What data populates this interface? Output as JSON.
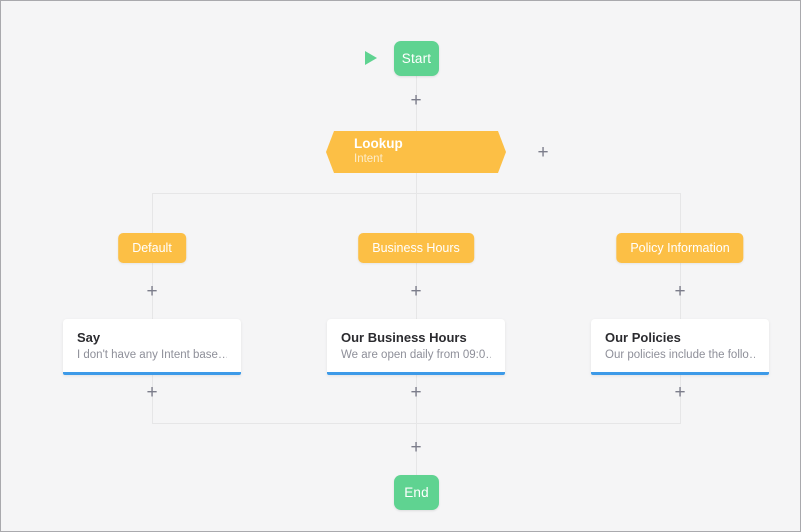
{
  "canvas": {
    "background_color": "#f5f5f6",
    "border_color": "#a9a9ad",
    "connector_color": "#e6e6e7"
  },
  "colors": {
    "terminal_green": "#5fd391",
    "node_orange": "#fcbf45",
    "card_accent_blue": "#3d9ae8",
    "plus_gray": "#7c7d8b",
    "title_text": "#2b2b2f",
    "body_text": "#8e8f99"
  },
  "start": {
    "label": "Start",
    "icon": "play-icon"
  },
  "end": {
    "label": "End"
  },
  "lookup": {
    "title": "Lookup",
    "subtitle": "Intent"
  },
  "branches": [
    {
      "label": "Default",
      "card": {
        "title": "Say",
        "body": "I don't have any Intent base…"
      }
    },
    {
      "label": "Business Hours",
      "card": {
        "title": "Our Business Hours",
        "body": "We are open daily from 09:0…"
      }
    },
    {
      "label": "Policy Information",
      "card": {
        "title": "Our Policies",
        "body": "Our policies include the follo…"
      }
    }
  ],
  "add_handles": {
    "glyph": "+",
    "names": [
      "add-after-start",
      "add-beside-lookup",
      "add-above-card-default",
      "add-above-card-business-hours",
      "add-above-card-policy-information",
      "add-below-card-default",
      "add-below-card-business-hours",
      "add-below-card-policy-information",
      "add-before-end"
    ]
  }
}
